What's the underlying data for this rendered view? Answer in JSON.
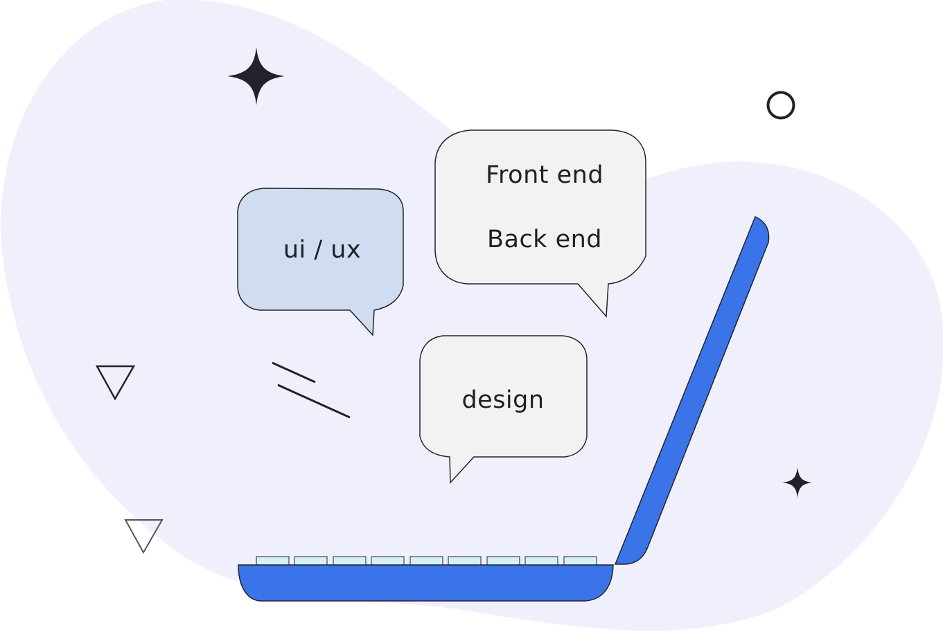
{
  "bubbles": {
    "ui_ux": "ui / ux",
    "front_end": "Front end",
    "back_end": "Back end",
    "design": "design"
  },
  "colors": {
    "blob": "#f0f0fc",
    "laptop_blue": "#3b74e8",
    "ui_bubble_fill": "#d0dcef",
    "bubble_fill": "#f2f2f2",
    "key_fill": "#d5f1f7",
    "ink": "#22222a"
  },
  "icons": [
    "sparkle-icon",
    "circle-icon",
    "triangle-icon",
    "dash-lines-icon"
  ]
}
